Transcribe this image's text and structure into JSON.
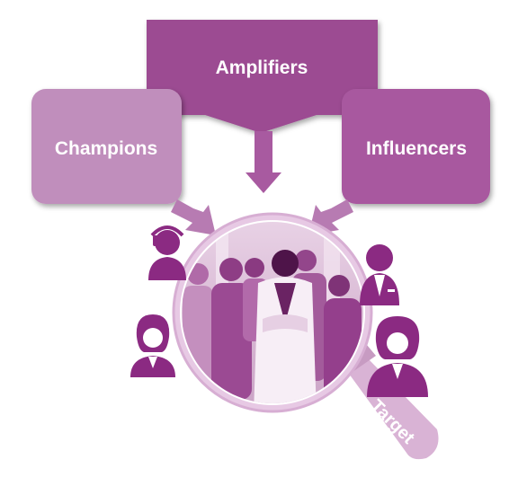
{
  "diagram": {
    "amplifiers": {
      "label": "Amplifiers"
    },
    "champions": {
      "label": "Champions"
    },
    "influencers": {
      "label": "Influencers"
    },
    "magnifier": {
      "label": "Target"
    }
  },
  "colors": {
    "amplifiers_fill": "#9c4b92",
    "champions_fill": "#c08ebc",
    "influencers_fill": "#a8599f",
    "arrow": "#b77bb2",
    "icon": "#8b2a82",
    "lens_ring": "#e7c9e4",
    "photo_tint": "#a04f97"
  },
  "icons": [
    "headset-person-icon",
    "female-person-icon",
    "male-suit-person-icon",
    "female-suit-person-icon"
  ]
}
